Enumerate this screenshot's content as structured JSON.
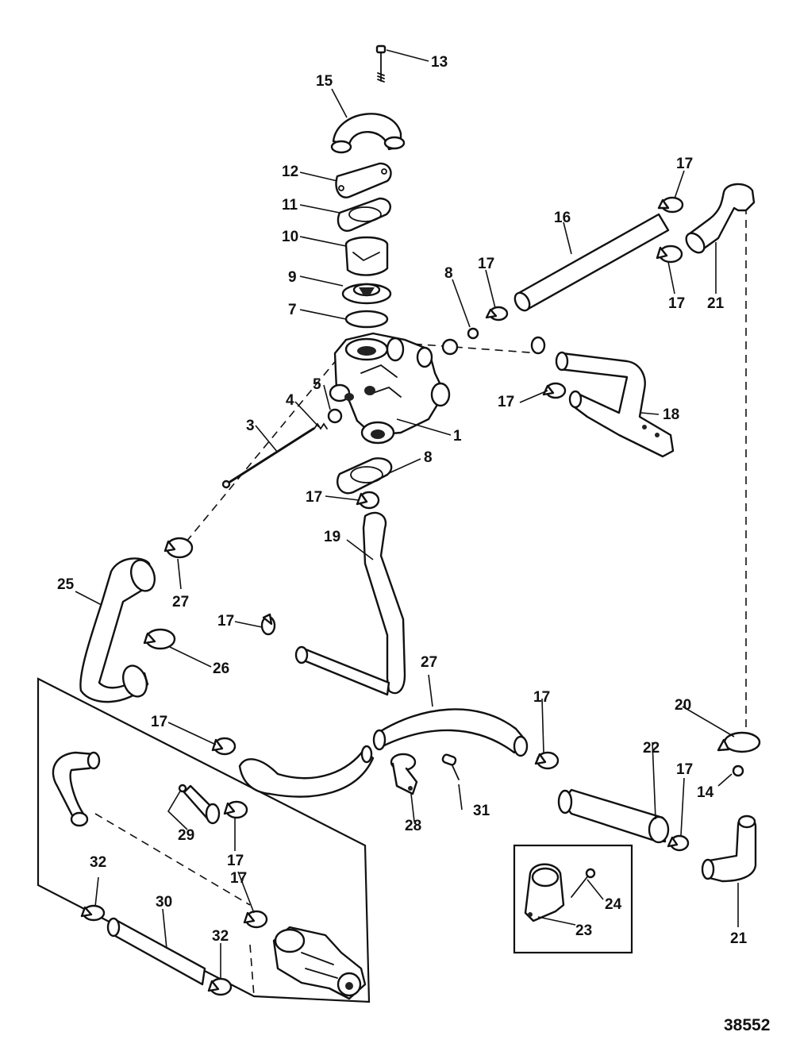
{
  "figure_number": "38552",
  "callouts": {
    "c1": "1",
    "c3": "3",
    "c4": "4",
    "c5": "5",
    "c7": "7",
    "c8a": "8",
    "c8b": "8",
    "c9": "9",
    "c10": "10",
    "c11": "11",
    "c12": "12",
    "c13": "13",
    "c14": "14",
    "c15": "15",
    "c16": "16",
    "c17a": "17",
    "c17b": "17",
    "c17c": "17",
    "c17d": "17",
    "c17e": "17",
    "c17f": "17",
    "c17g": "17",
    "c17h": "17",
    "c17i": "17",
    "c17j": "17",
    "c17k": "17",
    "c18": "18",
    "c19": "19",
    "c20": "20",
    "c21a": "21",
    "c21b": "21",
    "c22": "22",
    "c23": "23",
    "c24": "24",
    "c25": "25",
    "c26": "26",
    "c27a": "27",
    "c27b": "27",
    "c28": "28",
    "c29": "29",
    "c30": "30",
    "c31": "31",
    "c32a": "32",
    "c32b": "32"
  }
}
